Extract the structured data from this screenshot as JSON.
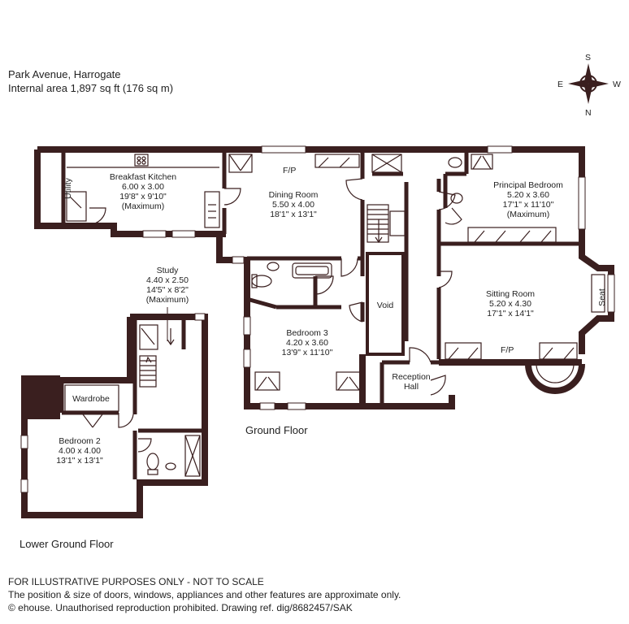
{
  "header": {
    "address": "Park Avenue, Harrogate",
    "area": "Internal area 1,897 sq ft (176 sq m)"
  },
  "compass": {
    "n": "N",
    "s": "S",
    "e": "E",
    "w": "W"
  },
  "rooms": {
    "kitchen": {
      "name": "Breakfast Kitchen",
      "metric": "6.00 x 3.00",
      "imperial": "19'8\" x 9'10\"",
      "note": "(Maximum)"
    },
    "dining": {
      "name": "Dining Room",
      "metric": "5.50 x 4.00",
      "imperial": "18'1\" x 13'1\""
    },
    "principal": {
      "name": "Principal Bedroom",
      "metric": "5.20 x 3.60",
      "imperial": "17'1\" x 11'10\"",
      "note": "(Maximum)"
    },
    "sitting": {
      "name": "Sitting Room",
      "metric": "5.20 x 4.30",
      "imperial": "17'1\" x 14'1\""
    },
    "bedroom3": {
      "name": "Bedroom 3",
      "metric": "4.20 x 3.60",
      "imperial": "13'9\" x 11'10\""
    },
    "study": {
      "name": "Study",
      "metric": "4.40 x 2.50",
      "imperial": "14'5\" x 8'2\"",
      "note": "(Maximum)"
    },
    "bedroom2": {
      "name": "Bedroom 2",
      "metric": "4.00 x 4.00",
      "imperial": "13'1\" x 13'1\""
    },
    "utility": "Utility",
    "void": "Void",
    "reception": {
      "line1": "Reception",
      "line2": "Hall"
    },
    "wardrobe": "Wardrobe",
    "seat": "Seat",
    "fp": "F/P"
  },
  "floors": {
    "ground": "Ground Floor",
    "lower": "Lower Ground Floor"
  },
  "footer": {
    "line1": "FOR ILLUSTRATIVE PURPOSES ONLY - NOT TO SCALE",
    "line2": "The position & size of doors, windows, appliances and other features are approximate only.",
    "line3": "© ehouse. Unauthorised reproduction prohibited. Drawing ref. dig/8682457/SAK"
  },
  "colors": {
    "wall": "#3a1f1f",
    "text": "#222222",
    "window": "#ffffff"
  }
}
